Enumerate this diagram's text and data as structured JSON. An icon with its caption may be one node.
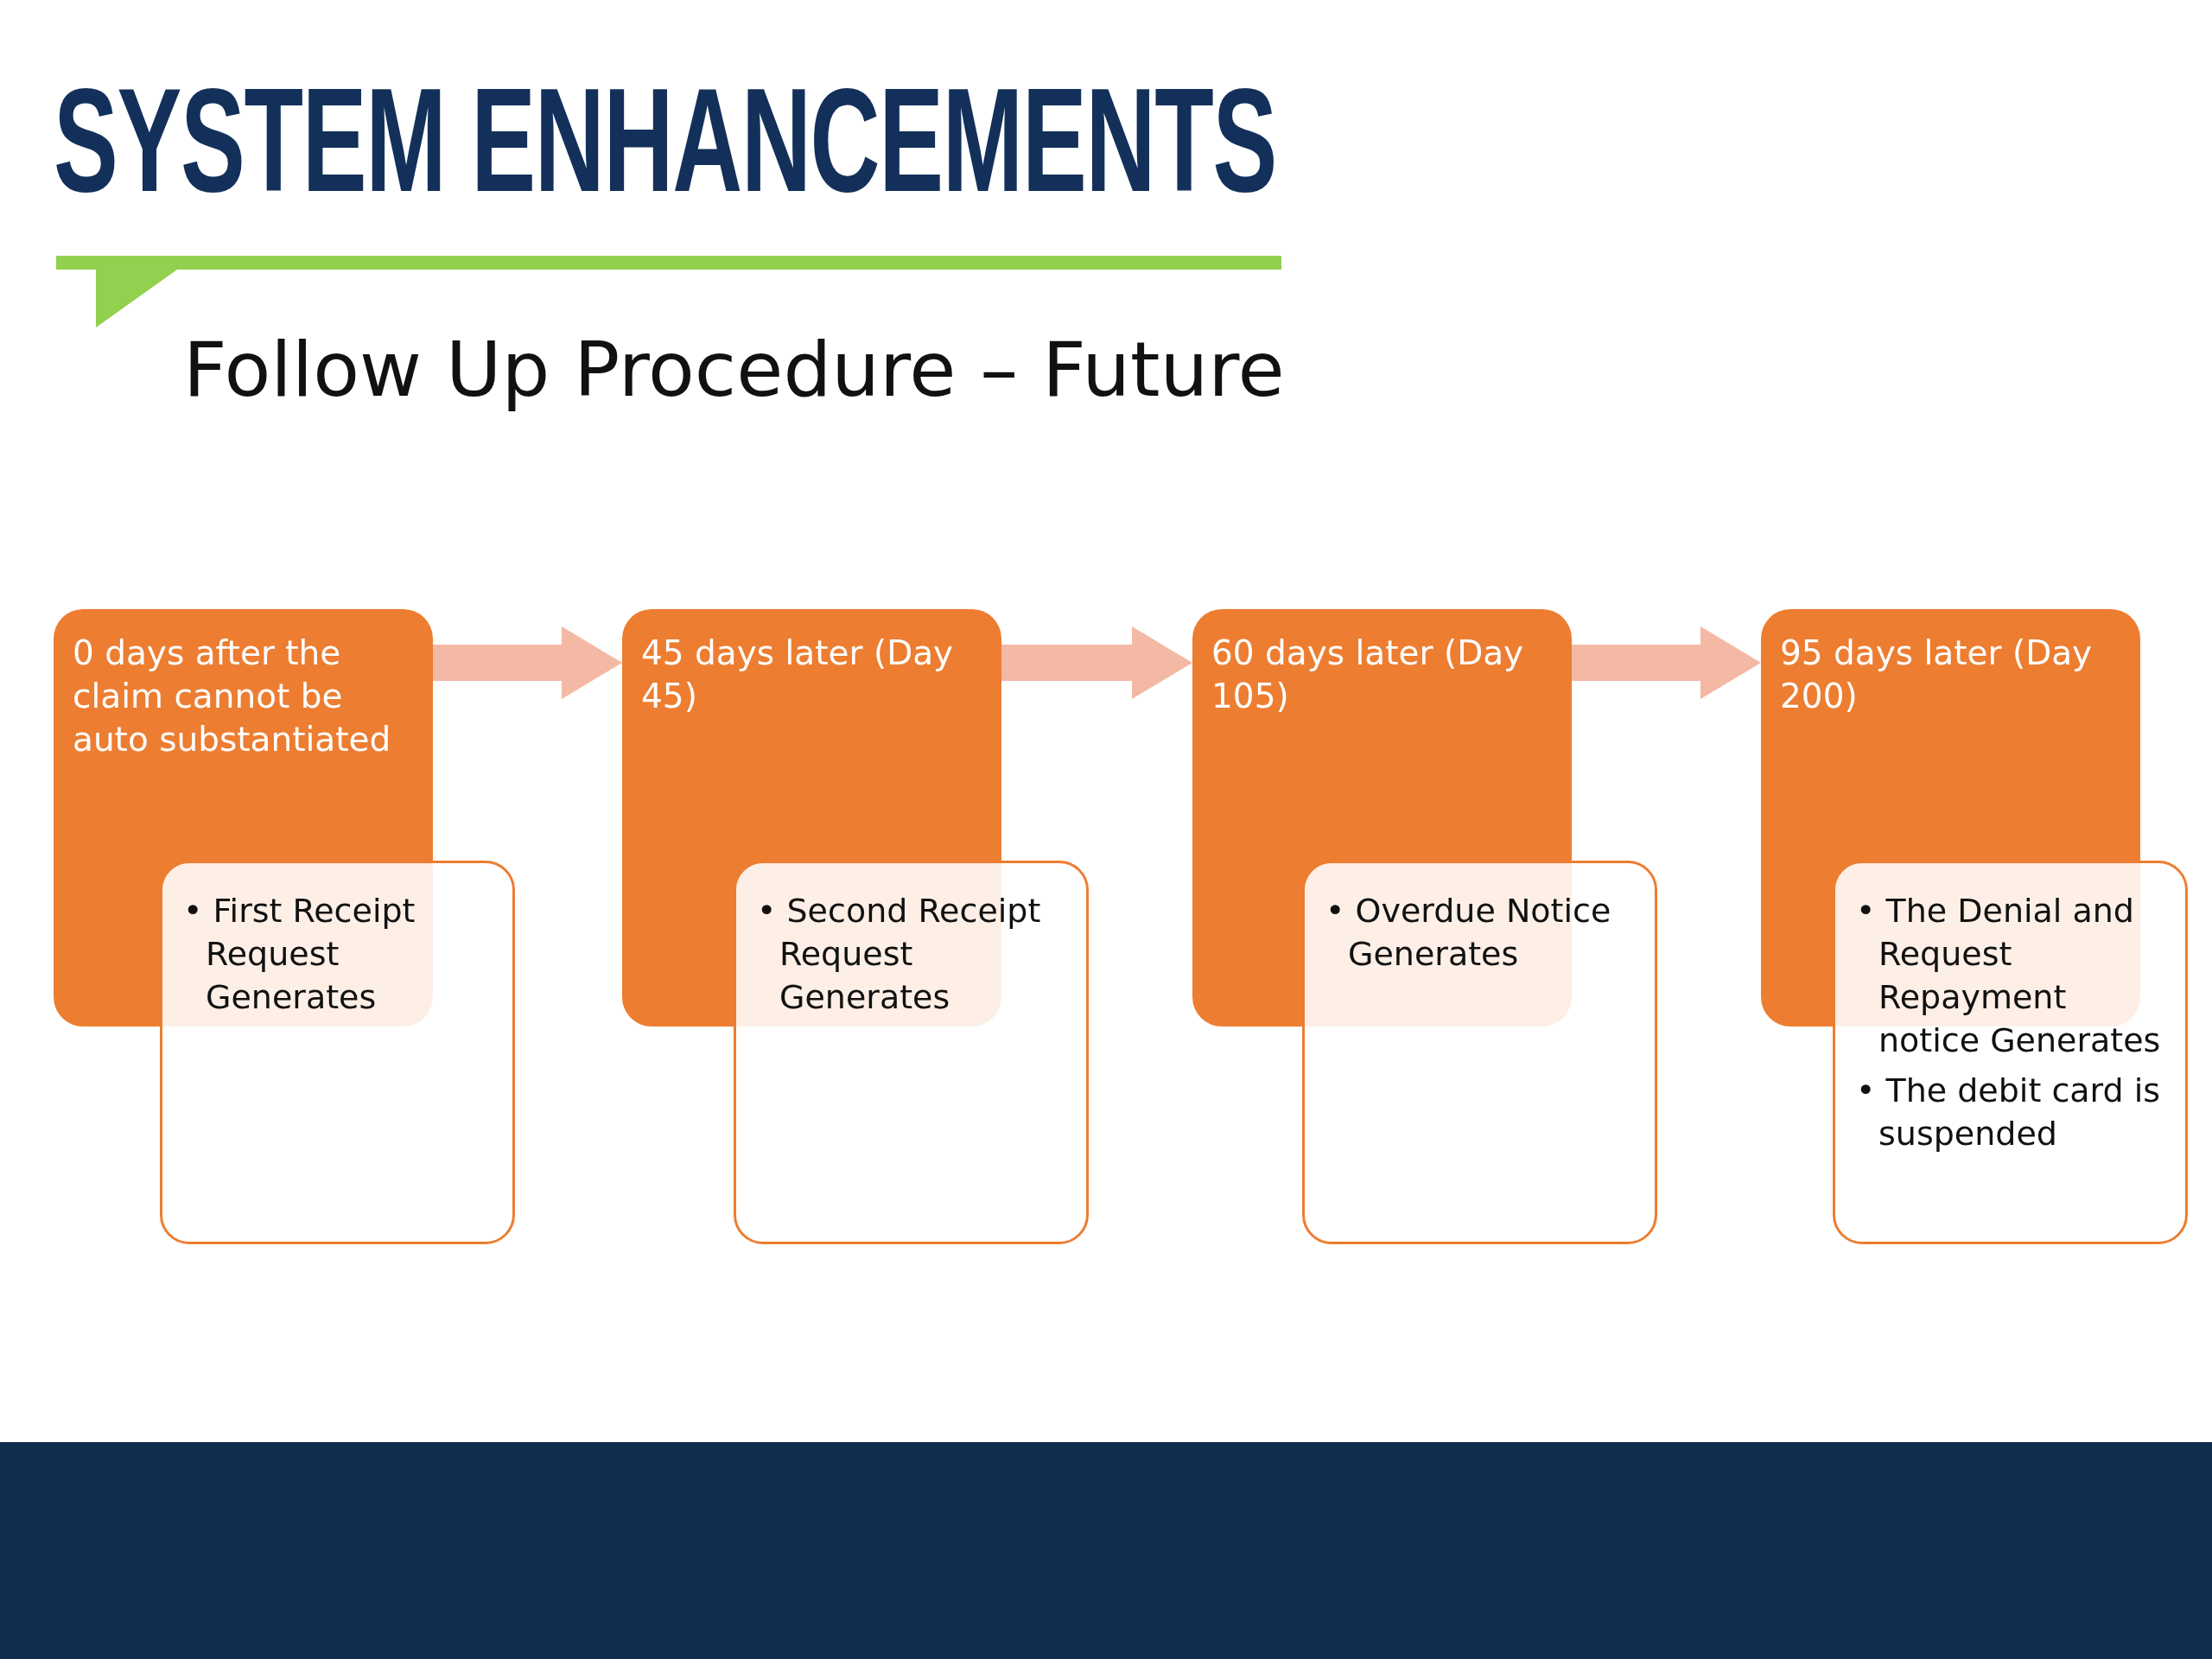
{
  "diagram": {
    "title": "SYSTEM ENHANCEMENTS",
    "nodes": [
      {
        "text": [
          "0 days after the claim cannot be auto substantiated"
        ]
      },
      {
        "text": [
          "• First Receipt Request Generates"
        ]
      },
      {
        "text": [
          "45 days later (Day 45)"
        ]
      },
      {
        "text": [
          "• Second Receipt Request Generates"
        ]
      },
      {
        "text": [
          "60 days later (Day 105)"
        ]
      },
      {
        "text": [
          "• Overdue Notice Generates"
        ]
      },
      {
        "text": [
          "95 days later (Day 200)"
        ]
      },
      {
        "text": [
          "• The Denial and Request Repayment notice Generates",
          "• The debit card is suspended"
        ]
      }
    ],
    "edges": [
      {
        "from": 0,
        "to": 2,
        "arrow": "to"
      },
      {
        "from": 2,
        "to": 4,
        "arrow": "to"
      },
      {
        "from": 4,
        "to": 6,
        "arrow": "to"
      }
    ],
    "labels": [
      "Follow Up Procedure – Future"
    ]
  }
}
